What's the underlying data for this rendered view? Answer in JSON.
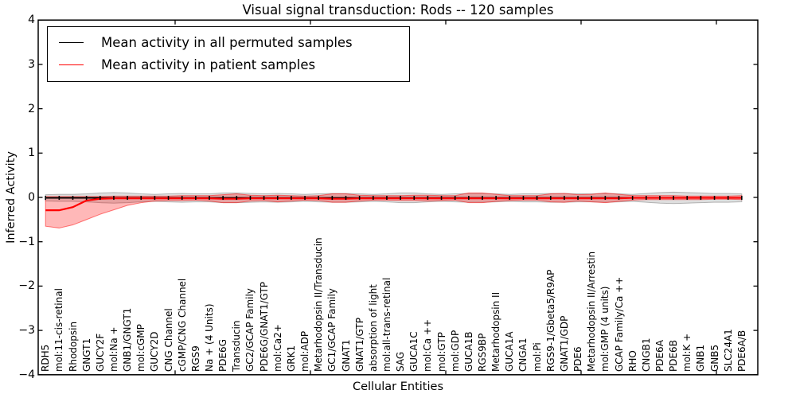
{
  "title": "Visual signal transduction: Rods -- 120 samples",
  "chart_data": {
    "type": "line",
    "title": "Visual signal transduction: Rods -- 120 samples",
    "xlabel": "Cellular Entities",
    "ylabel": "Inferred Activity",
    "ylim": [
      -4,
      4
    ],
    "grid": false,
    "legend_position": "upper left",
    "yticks": [
      {
        "value": 4,
        "label": "4"
      },
      {
        "value": 3,
        "label": "3"
      },
      {
        "value": 2,
        "label": "2"
      },
      {
        "value": 1,
        "label": "1"
      },
      {
        "value": 0,
        "label": "0"
      },
      {
        "value": -1,
        "label": "−1"
      },
      {
        "value": -2,
        "label": "−2"
      },
      {
        "value": -3,
        "label": "−3"
      },
      {
        "value": -4,
        "label": "−4"
      }
    ],
    "categories": [
      "RDH5",
      "mol:11-cis-retinal",
      "Rhodopsin",
      "GNGT1",
      "GUCY2F",
      "mol:Na +",
      "GNB1/GNGT1",
      "mol:cGMP",
      "GUCY2D",
      "CNG Channel",
      "cGMP/CNG Channel",
      "RGS9",
      "Na + (4 Units)",
      "PDE6G",
      "Transducin",
      "GC2/GCAP Family",
      "PDE6G/GNAT1/GTP",
      "mol:Ca2+",
      "GRK1",
      "mol:ADP",
      "Metarhodopsin II/Transducin",
      "GC1/GCAP Family",
      "GNAT1",
      "GNAT1/GTP",
      "absorption of light",
      "mol:all-trans-retinal",
      "SAG",
      "GUCA1C",
      "mol:Ca ++",
      "mol:GTP",
      "mol:GDP",
      "GUCA1B",
      "RGS9BP",
      "Metarhodopsin II",
      "GUCA1A",
      "CNGA1",
      "mol:Pi",
      "RGS9-1/Gbeta5/R9AP",
      "GNAT1/GDP",
      "PDE6",
      "Metarhodopsin II/Arrestin",
      "mol:GMP (4 units)",
      "GCAP Family/Ca ++",
      "RHO",
      "CNGB1",
      "PDE6A",
      "PDE6B",
      "mol:K +",
      "GNB1",
      "GNB5",
      "SLC24A1",
      "PDE6A/B"
    ],
    "series": [
      {
        "name": "Mean activity in all permuted samples",
        "color": "#000000",
        "style": "line+markers",
        "values": [
          -0.01,
          -0.01,
          -0.01,
          -0.01,
          -0.01,
          -0.01,
          -0.01,
          -0.01,
          -0.01,
          -0.01,
          -0.01,
          -0.01,
          -0.01,
          -0.01,
          -0.01,
          -0.01,
          -0.01,
          -0.01,
          -0.01,
          -0.01,
          -0.01,
          -0.01,
          -0.01,
          -0.01,
          -0.01,
          -0.01,
          -0.01,
          -0.01,
          -0.01,
          -0.01,
          -0.01,
          -0.01,
          -0.01,
          -0.01,
          -0.01,
          -0.01,
          -0.01,
          -0.01,
          -0.01,
          -0.01,
          -0.01,
          -0.01,
          -0.01,
          -0.01,
          -0.01,
          -0.01,
          -0.01,
          -0.01,
          -0.01,
          -0.01,
          -0.01,
          -0.01
        ]
      },
      {
        "name": "Mean activity in patient samples",
        "color": "#ff0000",
        "style": "line",
        "values": [
          -0.29,
          -0.29,
          -0.22,
          -0.07,
          -0.03,
          -0.02,
          -0.02,
          -0.02,
          -0.02,
          -0.02,
          -0.02,
          -0.02,
          -0.02,
          -0.03,
          -0.03,
          -0.02,
          -0.02,
          -0.02,
          -0.02,
          -0.02,
          -0.02,
          -0.03,
          -0.03,
          -0.02,
          -0.02,
          -0.02,
          -0.02,
          -0.02,
          -0.02,
          -0.02,
          -0.02,
          -0.02,
          -0.02,
          -0.02,
          -0.02,
          -0.02,
          -0.02,
          -0.02,
          -0.02,
          -0.02,
          -0.02,
          -0.02,
          -0.02,
          -0.01,
          -0.01,
          -0.01,
          -0.01,
          -0.01,
          -0.01,
          -0.01,
          -0.01,
          -0.01
        ]
      }
    ],
    "bands": [
      {
        "name": "permuted-samples-band",
        "fill": "rgba(0,0,0,0.13)",
        "edge": "rgba(0,0,0,0.25)",
        "upper": [
          0.06,
          0.07,
          0.07,
          0.08,
          0.1,
          0.11,
          0.1,
          0.08,
          0.07,
          0.08,
          0.09,
          0.08,
          0.08,
          0.1,
          0.1,
          0.09,
          0.08,
          0.09,
          0.08,
          0.07,
          0.08,
          0.09,
          0.09,
          0.08,
          0.07,
          0.08,
          0.1,
          0.1,
          0.08,
          0.07,
          0.08,
          0.09,
          0.09,
          0.08,
          0.07,
          0.08,
          0.08,
          0.09,
          0.09,
          0.08,
          0.08,
          0.09,
          0.08,
          0.07,
          0.09,
          0.11,
          0.12,
          0.11,
          0.1,
          0.09,
          0.09,
          0.08
        ],
        "lower": [
          -0.08,
          -0.09,
          -0.09,
          -0.1,
          -0.12,
          -0.13,
          -0.12,
          -0.1,
          -0.09,
          -0.1,
          -0.11,
          -0.1,
          -0.1,
          -0.12,
          -0.12,
          -0.11,
          -0.1,
          -0.11,
          -0.1,
          -0.09,
          -0.1,
          -0.11,
          -0.11,
          -0.1,
          -0.09,
          -0.1,
          -0.12,
          -0.12,
          -0.1,
          -0.09,
          -0.1,
          -0.11,
          -0.11,
          -0.1,
          -0.09,
          -0.1,
          -0.1,
          -0.11,
          -0.11,
          -0.1,
          -0.1,
          -0.11,
          -0.1,
          -0.09,
          -0.11,
          -0.13,
          -0.14,
          -0.13,
          -0.12,
          -0.11,
          -0.11,
          -0.1
        ]
      },
      {
        "name": "patient-samples-band",
        "fill": "rgba(255,0,0,0.28)",
        "edge": "rgba(255,0,0,0.5)",
        "upper": [
          0.02,
          0.02,
          0.02,
          0.02,
          0.02,
          0.03,
          0.03,
          0.03,
          0.03,
          0.03,
          0.04,
          0.04,
          0.04,
          0.06,
          0.08,
          0.05,
          0.04,
          0.05,
          0.04,
          0.03,
          0.04,
          0.08,
          0.08,
          0.05,
          0.04,
          0.04,
          0.04,
          0.05,
          0.05,
          0.04,
          0.04,
          0.1,
          0.1,
          0.07,
          0.04,
          0.04,
          0.04,
          0.08,
          0.09,
          0.06,
          0.07,
          0.1,
          0.07,
          0.04,
          0.04,
          0.04,
          0.04,
          0.03,
          0.03,
          0.03,
          0.03,
          0.04
        ],
        "lower": [
          -0.65,
          -0.69,
          -0.62,
          -0.5,
          -0.38,
          -0.28,
          -0.18,
          -0.12,
          -0.08,
          -0.07,
          -0.07,
          -0.06,
          -0.08,
          -0.12,
          -0.12,
          -0.08,
          -0.07,
          -0.1,
          -0.08,
          -0.06,
          -0.07,
          -0.11,
          -0.11,
          -0.08,
          -0.06,
          -0.06,
          -0.07,
          -0.07,
          -0.08,
          -0.07,
          -0.06,
          -0.12,
          -0.12,
          -0.09,
          -0.07,
          -0.06,
          -0.06,
          -0.1,
          -0.11,
          -0.08,
          -0.1,
          -0.12,
          -0.09,
          -0.06,
          -0.05,
          -0.05,
          -0.05,
          -0.05,
          -0.05,
          -0.04,
          -0.04,
          -0.05
        ]
      }
    ]
  }
}
